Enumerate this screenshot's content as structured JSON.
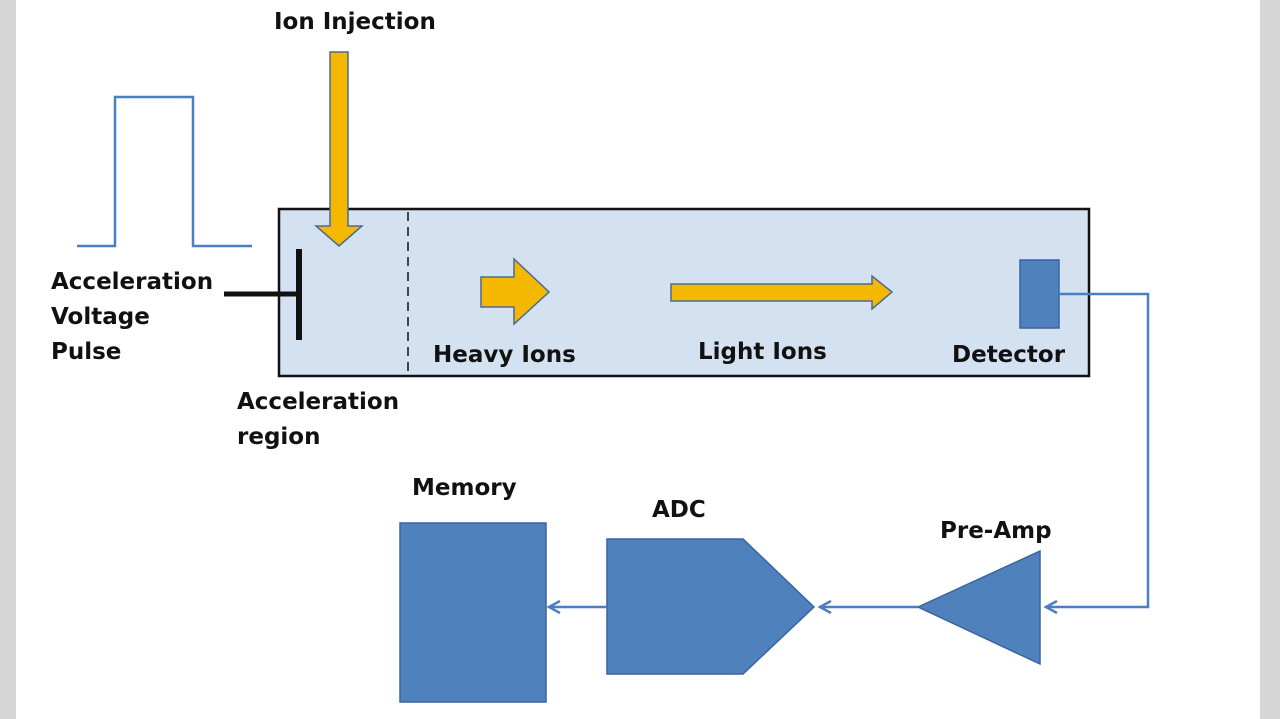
{
  "labels": {
    "ion_injection": "Ion Injection",
    "accel_voltage_line1": "Acceleration",
    "accel_voltage_line2": "Voltage",
    "accel_voltage_line3": "Pulse",
    "heavy_ions": "Heavy Ions",
    "light_ions": "Light Ions",
    "detector": "Detector",
    "accel_region_line1": "Acceleration",
    "accel_region_line2": "region",
    "memory": "Memory",
    "adc": "ADC",
    "pre_amp": "Pre-Amp"
  },
  "colors": {
    "background": "#ffffff",
    "side_margin": "#d6d6d6",
    "tube_fill": "#d3e1f1",
    "tube_stroke": "#111111",
    "ion_arrow": "#f5b800",
    "ion_arrow_stroke": "#4a6a92",
    "component_fill": "#4f81bd",
    "component_stroke": "#3a64a0",
    "wire": "#4a7fc1",
    "text": "#111111"
  }
}
